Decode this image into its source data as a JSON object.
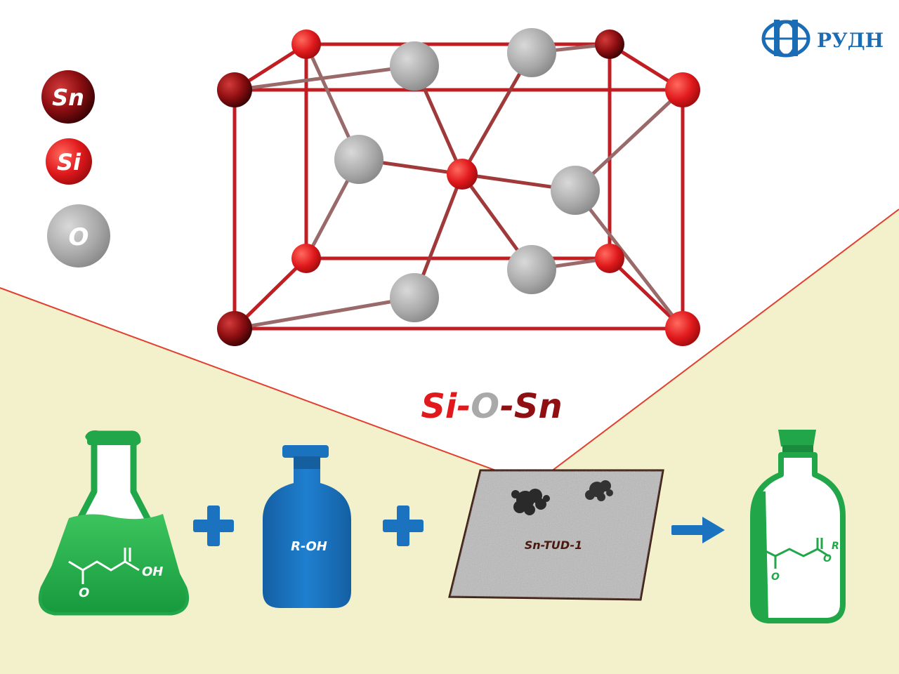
{
  "legend": {
    "sn": {
      "label": "Sn",
      "color": "#8f0f12"
    },
    "si": {
      "label": "Si",
      "color": "#e0191c"
    },
    "o": {
      "label": "O",
      "color": "#a9a9a9"
    }
  },
  "logo": {
    "text": "РУДН",
    "color": "#1a6cb4"
  },
  "bond_formula": {
    "si": "Si",
    "dash1": "-",
    "o": "O",
    "dash2": "-",
    "sn": "Sn"
  },
  "reagents": {
    "flask_groups": {
      "oh": "OH",
      "o": "O"
    },
    "bottle_label": "R-OH",
    "catalyst_label": "Sn-TUD-1",
    "product_groups": {
      "o_ester": "O",
      "r": "R",
      "o_ketone": "O"
    }
  },
  "operators": {
    "plus1": "+",
    "plus2": "+"
  },
  "colors": {
    "background_bottom": "#f3f1cc",
    "boundary_line": "#e0402f",
    "green": "#22a64a",
    "blue": "#1b73bf",
    "bond_red": "#c01e23"
  }
}
